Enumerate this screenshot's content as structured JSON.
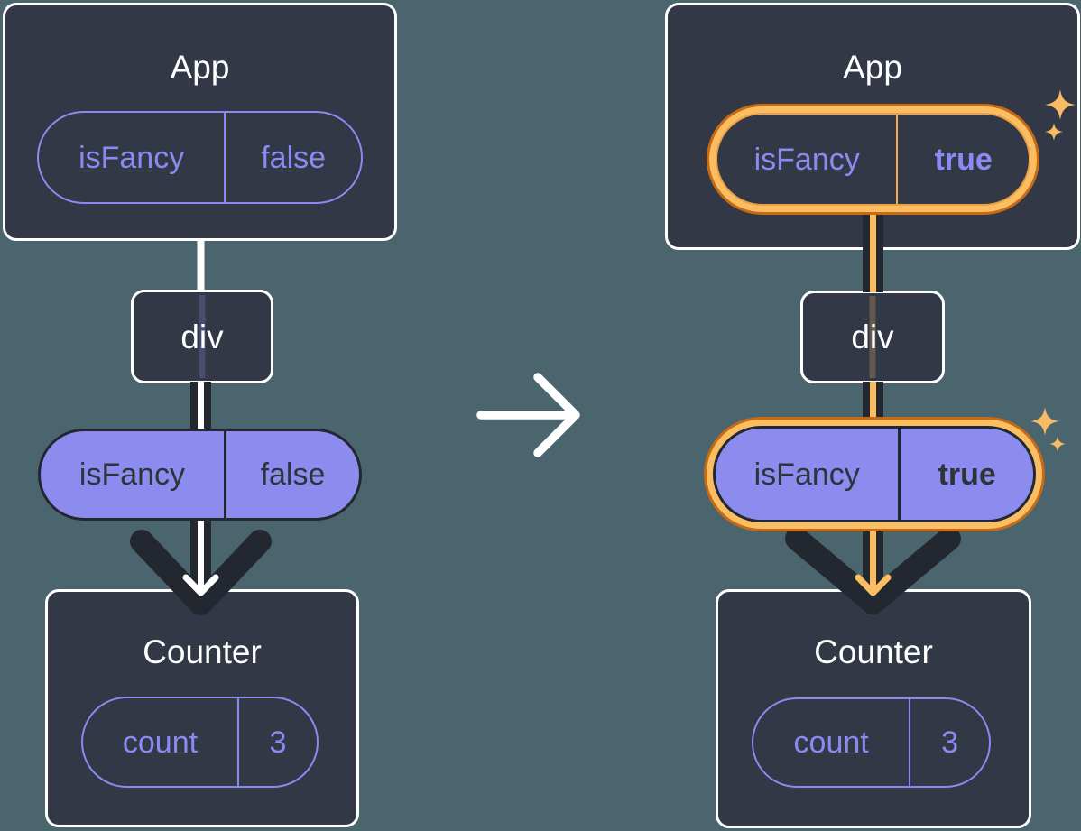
{
  "before": {
    "app_title": "App",
    "app_state": {
      "name": "isFancy",
      "value": "false"
    },
    "div_label": "div",
    "prop": {
      "name": "isFancy",
      "value": "false"
    },
    "counter_title": "Counter",
    "counter_state": {
      "name": "count",
      "value": "3"
    }
  },
  "after": {
    "app_title": "App",
    "app_state": {
      "name": "isFancy",
      "value": "true"
    },
    "div_label": "div",
    "prop": {
      "name": "isFancy",
      "value": "true"
    },
    "counter_title": "Counter",
    "counter_state": {
      "name": "count",
      "value": "3"
    }
  },
  "colors": {
    "background": "#4B656F",
    "card": "#323845",
    "card_border": "#FFFFFF",
    "purple_outline": "#8A8AF2",
    "purple_fill": "#8C8CEE",
    "dark_line": "#23272F",
    "dark_text": "#2E333C",
    "orange_light": "#FABD62",
    "orange_dark": "#C76A15",
    "white_line": "#FFFFFF"
  }
}
